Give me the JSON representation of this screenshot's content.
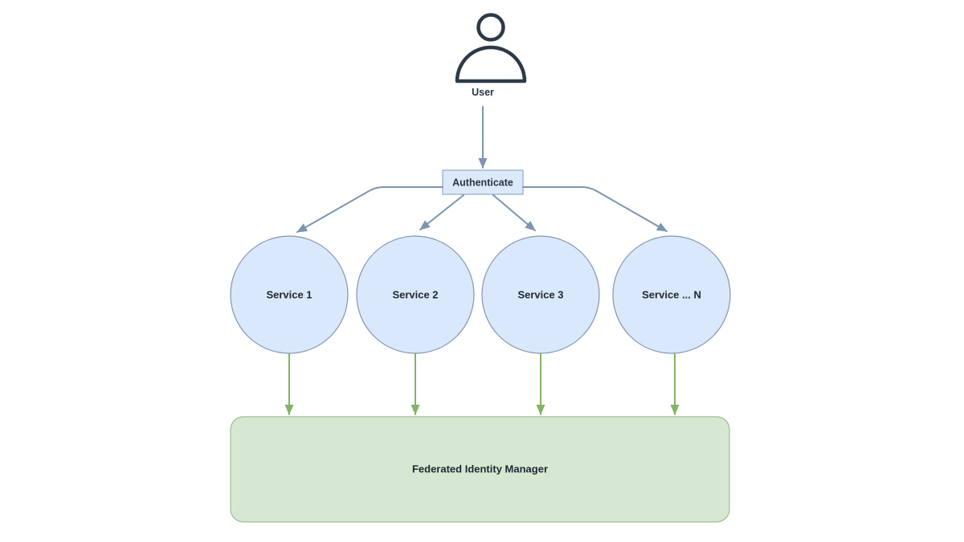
{
  "diagram": {
    "user": {
      "label": "User"
    },
    "authenticate": {
      "label": "Authenticate"
    },
    "services": [
      {
        "label": "Service 1"
      },
      {
        "label": "Service 2"
      },
      {
        "label": "Service 3"
      },
      {
        "label": "Service ... N"
      }
    ],
    "manager": {
      "label": "Federated Identity Manager"
    },
    "colors": {
      "service_fill": "#dae8fc",
      "service_border": "#8296b0",
      "authenticate_fill": "#dbe9fb",
      "authenticate_border": "#8fa9c7",
      "blue_connector": "#7d95b1",
      "green_connector": "#82b366",
      "manager_fill": "#d6e8d2",
      "manager_border": "#9cbd90",
      "user_icon_stroke": "#2d3a46",
      "label_text": "#1f2730",
      "background": "#ffffff"
    }
  }
}
